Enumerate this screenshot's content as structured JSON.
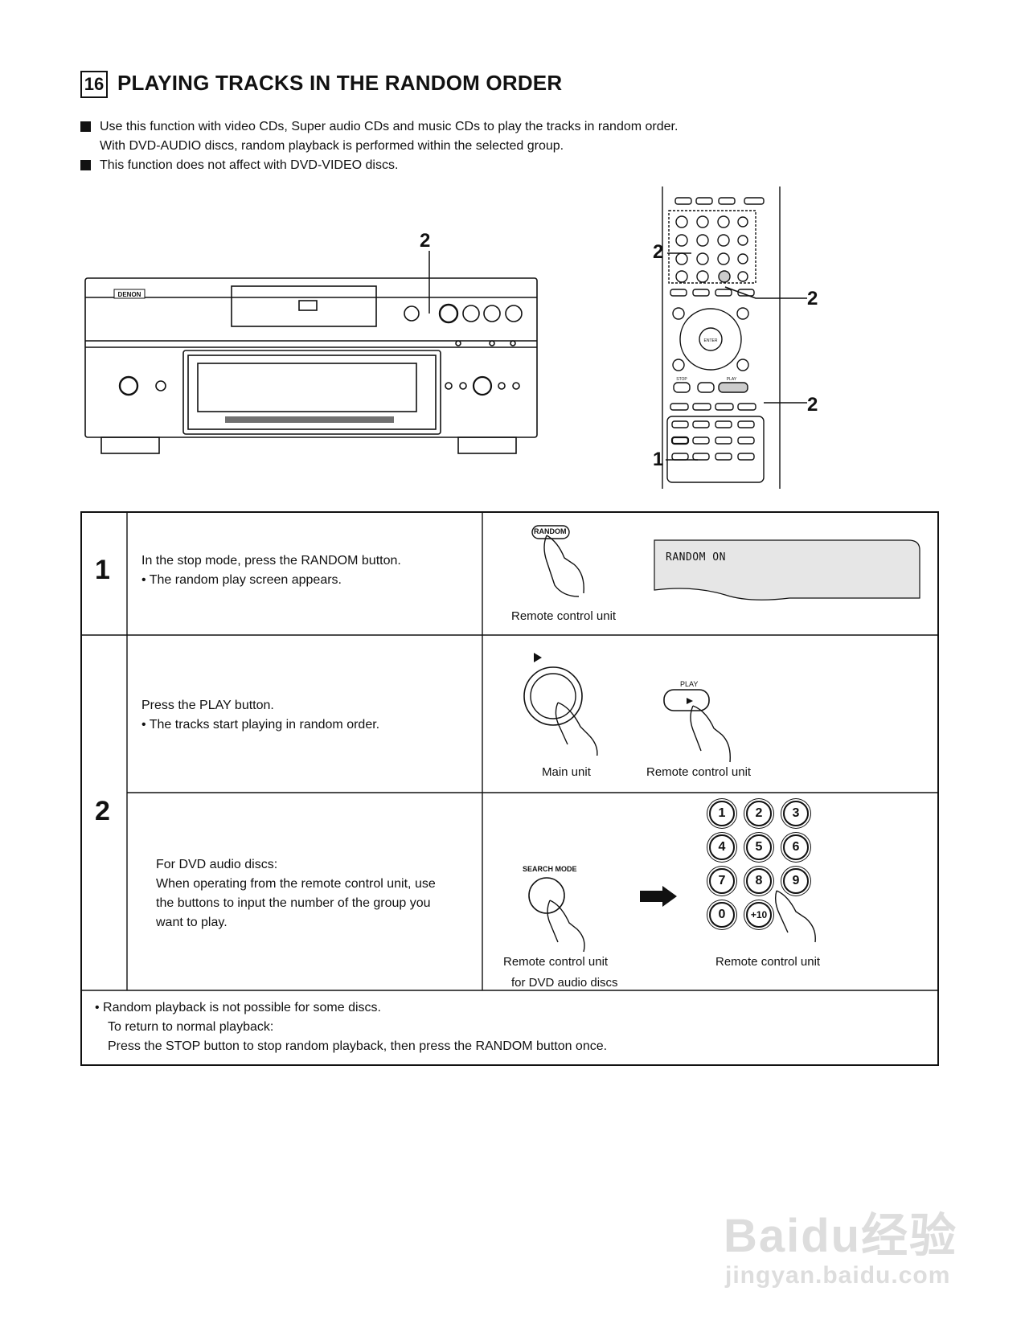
{
  "section": {
    "number": "16",
    "title": "PLAYING TRACKS IN THE RANDOM ORDER"
  },
  "intro": [
    {
      "text": "Use this function with video CDs, Super audio CDs and music CDs to play the tracks in random order.",
      "sub": "With DVD-AUDIO discs, random playback is performed within the selected group."
    },
    {
      "text": "This function does not affect with DVD-VIDEO discs.",
      "sub": ""
    }
  ],
  "illustration": {
    "brand": "DENON",
    "callouts": {
      "main_play": "2",
      "remote_numpad": "2",
      "remote_search": "2",
      "remote_play": "2",
      "remote_random": "1"
    },
    "remote_labels": {
      "enter": "ENTER",
      "play": "PLAY",
      "stop": "STOP"
    }
  },
  "steps": [
    {
      "number": "1",
      "text": "In the stop mode, press the RANDOM button.",
      "bullet": "• The random play screen appears.",
      "button_label": "RANDOM",
      "caption": "Remote control unit",
      "screen_text": "RANDOM ON"
    },
    {
      "number": "2",
      "a": {
        "text": "Press the PLAY button.",
        "bullet": "• The tracks start playing in random order.",
        "remote_button_label": "PLAY",
        "caption_main": "Main unit",
        "caption_remote": "Remote control unit"
      },
      "b": {
        "text1": "For DVD audio discs:",
        "text2": "When operating from the remote control unit, use",
        "text3": "the buttons to input the number of the group you",
        "text4": "want to play.",
        "search_label": "SEARCH MODE",
        "caption_left1": "Remote control unit",
        "caption_left2": "for DVD audio discs",
        "caption_right": "Remote control unit",
        "keys": [
          "1",
          "2",
          "3",
          "4",
          "5",
          "6",
          "7",
          "8",
          "9",
          "0",
          "+10"
        ]
      }
    }
  ],
  "note": {
    "line1": "• Random playback is not possible for some discs.",
    "line2": "To return to normal playback:",
    "line3": "Press the STOP button to stop random playback, then press the RANDOM button once."
  },
  "watermark": {
    "brand": "Baidu经验",
    "url": "jingyan.baidu.com"
  }
}
